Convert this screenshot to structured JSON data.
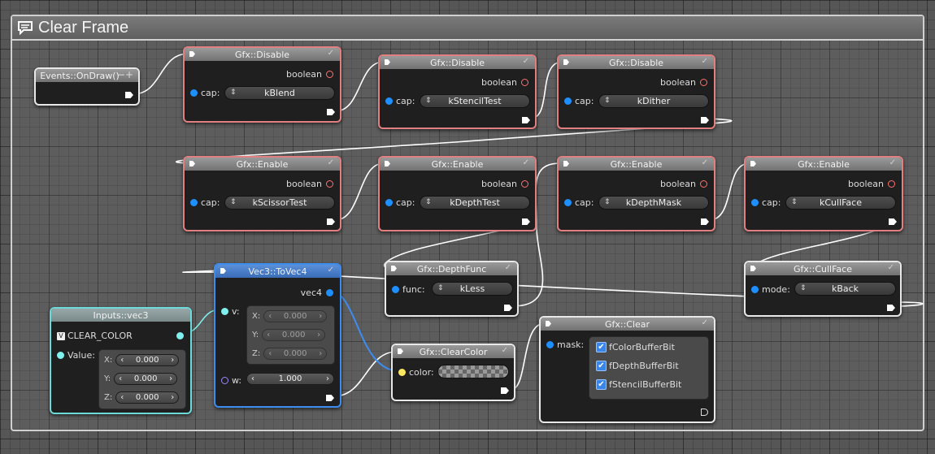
{
  "frame": {
    "title": "Clear Frame",
    "icon": "comment-icon"
  },
  "event_node": {
    "title": "Events::OnDraw()",
    "buttons": "−+"
  },
  "disable_nodes": [
    {
      "title": "Gfx::Disable",
      "out_label": "boolean",
      "param_label": "cap:",
      "value": "kBlend"
    },
    {
      "title": "Gfx::Disable",
      "out_label": "boolean",
      "param_label": "cap:",
      "value": "kStencilTest"
    },
    {
      "title": "Gfx::Disable",
      "out_label": "boolean",
      "param_label": "cap:",
      "value": "kDither"
    }
  ],
  "enable_nodes": [
    {
      "title": "Gfx::Enable",
      "out_label": "boolean",
      "param_label": "cap:",
      "value": "kScissorTest"
    },
    {
      "title": "Gfx::Enable",
      "out_label": "boolean",
      "param_label": "cap:",
      "value": "kDepthTest"
    },
    {
      "title": "Gfx::Enable",
      "out_label": "boolean",
      "param_label": "cap:",
      "value": "kDepthMask"
    },
    {
      "title": "Gfx::Enable",
      "out_label": "boolean",
      "param_label": "cap:",
      "value": "kCullFace"
    }
  ],
  "depth_func": {
    "title": "Gfx::DepthFunc",
    "param_label": "func:",
    "value": "kLess"
  },
  "cull_face": {
    "title": "Gfx::CullFace",
    "param_label": "mode:",
    "value": "kBack"
  },
  "vec3_to_vec4": {
    "title": "Vec3::ToVec4",
    "out_label": "vec4",
    "v_label": "v:",
    "x_label": "X:",
    "y_label": "Y:",
    "z_label": "Z:",
    "x": "0.000",
    "y": "0.000",
    "z": "0.000",
    "w_label": "w:",
    "w": "1.000"
  },
  "inputs_vec3": {
    "title": "Inputs::vec3",
    "var_tag": "V",
    "var_name": "CLEAR_COLOR",
    "value_label": "Value:",
    "x_label": "X:",
    "y_label": "Y:",
    "z_label": "Z:",
    "x": "0.000",
    "y": "0.000",
    "z": "0.000"
  },
  "clear_color": {
    "title": "Gfx::ClearColor",
    "param_label": "color:"
  },
  "clear": {
    "title": "Gfx::Clear",
    "param_label": "mask:",
    "bits": [
      {
        "label": "fColorBufferBit",
        "checked": true
      },
      {
        "label": "fDepthBufferBit",
        "checked": true
      },
      {
        "label": "fStencilBufferBit",
        "checked": true
      }
    ]
  },
  "colors": {
    "red_border": "#e08080",
    "blue_border": "#3d8cf0",
    "cyan_border": "#6cdad8",
    "wire": "#ffffff",
    "blue_wire": "#3d8cf0"
  },
  "glyphs": {
    "check": "✓",
    "arrows": "⇕",
    "left": "‹",
    "right": "›",
    "checkmark_box": "✔"
  }
}
